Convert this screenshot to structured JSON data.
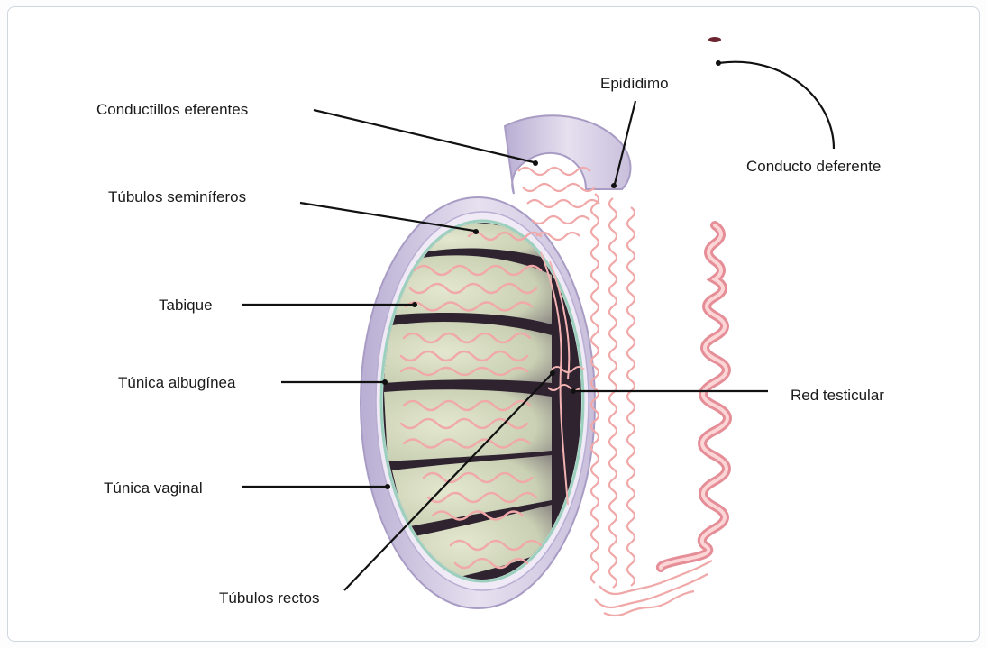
{
  "labels": {
    "conductillos_eferentes": "Conductillos eferentes",
    "epididimo": "Epidídimo",
    "conducto_deferente": "Conducto deferente",
    "tubulos_seminiferos": "Túbulos seminíferos",
    "tabique": "Tabique",
    "tunica_albuginea": "Túnica albugínea",
    "red_testicular": "Red testicular",
    "tunica_vaginal": "Túnica vaginal",
    "tubulos_rectos": "Túbulos rectos"
  },
  "colors": {
    "tunica_vaginal": "#cfc6e0",
    "tunica_albuginea": "#bfe3d6",
    "lobule_fill": "#d8dcc4",
    "lobule_shadow": "#3b2a3a",
    "tubule": "#f0a8a8",
    "tubule_light": "#fbd2cf",
    "leader_line": "#111111"
  }
}
